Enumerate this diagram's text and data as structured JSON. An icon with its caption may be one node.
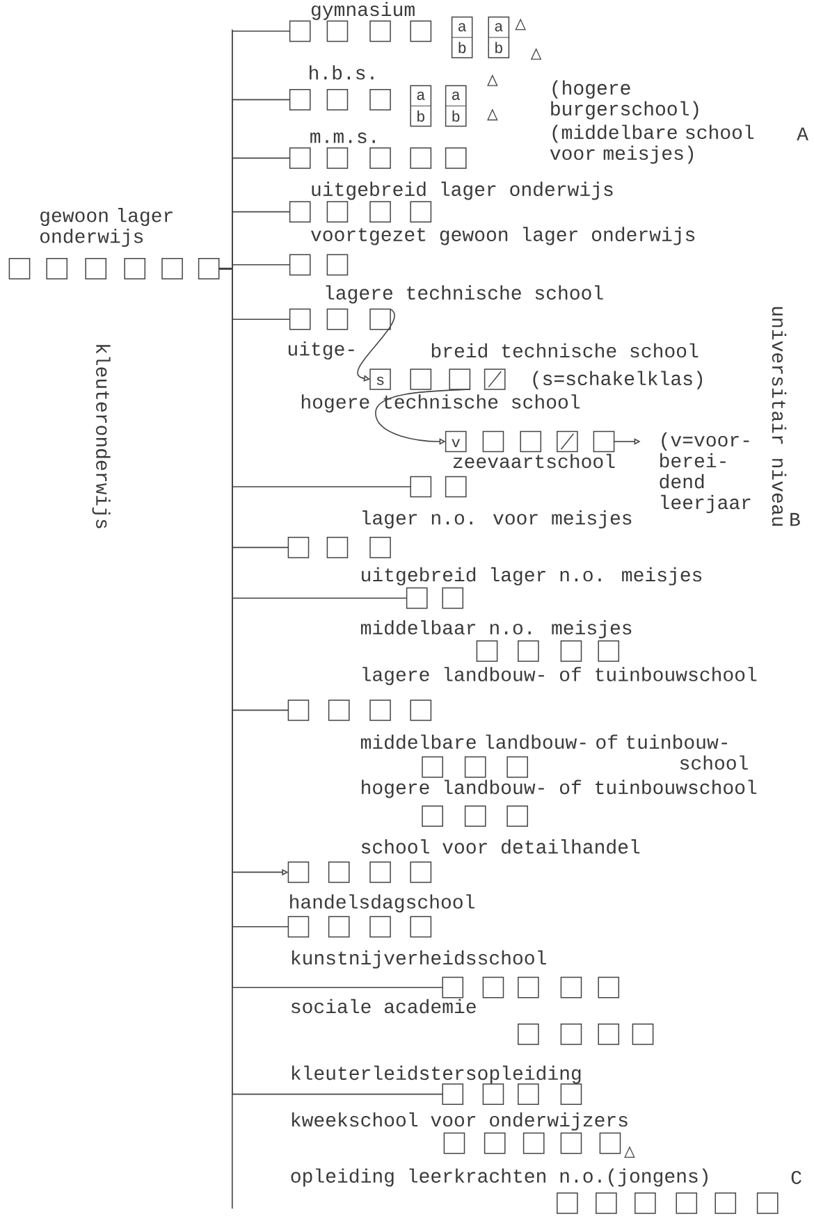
{
  "diagram": {
    "nodes": [
      {
        "text": [
          "gewoon lager onderwijs"
        ]
      },
      {
        "text": [
          "gymnasium"
        ]
      },
      {
        "text": [
          "h.b.s."
        ]
      },
      {
        "text": [
          "m.m.s."
        ]
      },
      {
        "text": [
          "uitgebreid lager onderwijs"
        ]
      },
      {
        "text": [
          "voortgezet gewoon lager onderwijs"
        ]
      },
      {
        "text": [
          "lagere technische school"
        ]
      },
      {
        "text": [
          "uitge-",
          "breid technische school",
          "(s=schakelklas)"
        ]
      },
      {
        "text": [
          "hogere technische school"
        ],
        "beside": [
          "(v=voor- berei- dend leerjaar"
        ]
      },
      {
        "text": [
          "zeevaartschool"
        ]
      },
      {
        "text": [
          "lager n.o. voor meisjes"
        ]
      },
      {
        "text": [
          "uitgebreid lager n.o. meisjes"
        ]
      },
      {
        "text": [
          "middelbaar n.o. meisjes"
        ]
      },
      {
        "text": [
          "lagere landbouw- of tuinbouwschool"
        ]
      },
      {
        "text": [
          "middelbare landbouw- of tuinbouw- school"
        ]
      },
      {
        "text": [
          "hogere landbouw- of tuinbouwschool"
        ]
      },
      {
        "text": [
          "school voor detailhandel"
        ]
      },
      {
        "text": [
          "handelsdagschool"
        ]
      },
      {
        "text": [
          "kunstnijverheidsschool"
        ]
      },
      {
        "text": [
          "sociale academie"
        ]
      },
      {
        "text": [
          "kleuterleidstersopleiding"
        ]
      },
      {
        "text": [
          "kweekschool voor onderwijzers"
        ]
      },
      {
        "text": [
          "opleiding leerkrachten n.o.(jongens)"
        ]
      }
    ],
    "edges": [
      {
        "from": 0,
        "to": 1,
        "arrow": "none"
      },
      {
        "from": 0,
        "to": 2,
        "arrow": "none"
      },
      {
        "from": 0,
        "to": 3,
        "arrow": "none"
      },
      {
        "from": 0,
        "to": 4,
        "arrow": "none"
      },
      {
        "from": 0,
        "to": 5,
        "arrow": "none"
      },
      {
        "from": 0,
        "to": 6,
        "arrow": "none"
      },
      {
        "from": 0,
        "to": 9,
        "arrow": "none"
      },
      {
        "from": 0,
        "to": 10,
        "arrow": "none"
      },
      {
        "from": 0,
        "to": 11,
        "arrow": "none"
      },
      {
        "from": 0,
        "to": 13,
        "arrow": "none"
      },
      {
        "from": 0,
        "to": 16,
        "arrow": "to"
      },
      {
        "from": 0,
        "to": 17,
        "arrow": "none"
      },
      {
        "from": 0,
        "to": 18,
        "arrow": "none"
      },
      {
        "from": 0,
        "to": 20,
        "arrow": "none"
      },
      {
        "from": 6,
        "to": 7,
        "arrow": "to"
      },
      {
        "from": 7,
        "to": 8,
        "arrow": "to"
      },
      {
        "from": 8,
        "to": null,
        "arrow": "to"
      }
    ],
    "labels": [
      "a",
      "a",
      "b",
      "b",
      "a",
      "a",
      "(hogere burgerschool)",
      "b",
      "b",
      "(middelbare school voor meisjes)",
      "A",
      "kleuteronderwijs",
      "universitair niveau",
      "s",
      "v",
      "B",
      "C"
    ]
  }
}
